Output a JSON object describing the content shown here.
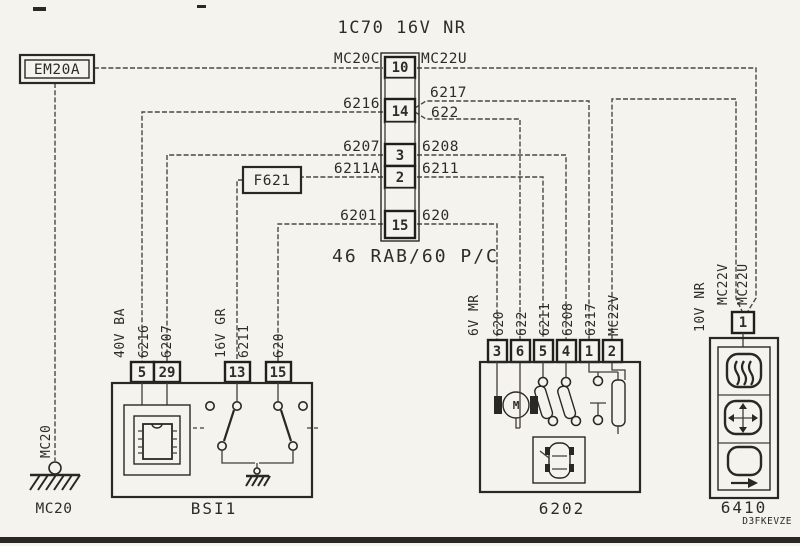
{
  "colors": {
    "ink": "#2a2824",
    "paper": "#f5f3ee"
  },
  "top_connector": {
    "title": "1C70 16V NR",
    "left_label": "MC20C",
    "right_label": "MC22U",
    "pins": [
      "10",
      "14",
      "3",
      "2",
      "15"
    ],
    "note": "46 RAB/60 P/C"
  },
  "wires": {
    "w6216": "6216",
    "w6217": "6217",
    "w622": "622",
    "w6207": "6207",
    "w6208": "6208",
    "w6211a": "6211A",
    "w6211": "6211",
    "w6201": "6201",
    "w620": "620"
  },
  "em20a": {
    "label": "EM20A"
  },
  "f621": {
    "label": "F621"
  },
  "ground_mc20": {
    "wire_label": "MC20",
    "ground_label": "MC20"
  },
  "bsi": {
    "label": "BSI1",
    "pins": [
      "5",
      "29",
      "13",
      "15"
    ],
    "wire_tags": [
      "40V BA",
      "6216",
      "6207",
      "16V GR",
      "6211",
      "620"
    ]
  },
  "unit_6202": {
    "label": "6202",
    "pins": [
      "3",
      "6",
      "5",
      "4",
      "1",
      "2"
    ],
    "wire_tags": [
      "6V MR",
      "620",
      "622",
      "6211",
      "6208",
      "6217",
      "MC22V"
    ],
    "motor_letter": "M"
  },
  "unit_6410": {
    "label": "6410",
    "pin": "1",
    "wire_tags": [
      "10V NR",
      "MC22V",
      "MC22U"
    ],
    "doc_code": "D3FKEVZE"
  }
}
